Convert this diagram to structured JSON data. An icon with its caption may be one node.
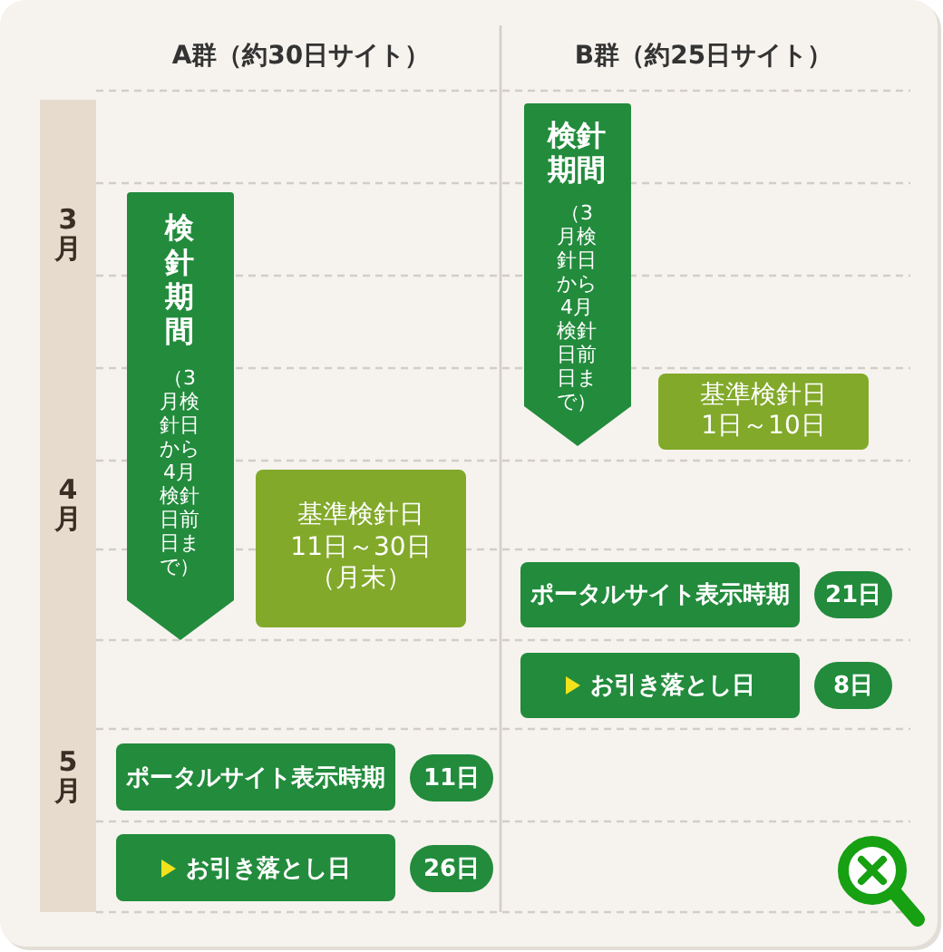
{
  "diagram": {
    "nodes": [
      {
        "text": [
          "3月"
        ]
      },
      {
        "text": [
          "4月"
        ]
      },
      {
        "text": [
          "5月"
        ]
      },
      {
        "text": [
          "検針期間",
          "（3月検針日から4月検針日前日まで）"
        ]
      },
      {
        "text": [
          "基準検針日",
          "11日～30日（月末）"
        ]
      },
      {
        "text": [
          "ポータルサイト表示時期"
        ]
      },
      {
        "text": [
          "11日"
        ]
      },
      {
        "text": [
          "お引き落とし日"
        ]
      },
      {
        "text": [
          "26日"
        ]
      },
      {
        "text": [
          "検針期間",
          "（3月検針日から4月検針日前日まで）"
        ]
      },
      {
        "text": [
          "基準検針日",
          "1日～10日"
        ]
      },
      {
        "text": [
          "ポータルサイト表示時期"
        ]
      },
      {
        "text": [
          "21日"
        ]
      },
      {
        "text": [
          "お引き落とし日"
        ]
      },
      {
        "text": [
          "8日"
        ]
      }
    ],
    "labels": [
      "A群（約30日サイト）",
      "B群（約25日サイト）"
    ]
  }
}
